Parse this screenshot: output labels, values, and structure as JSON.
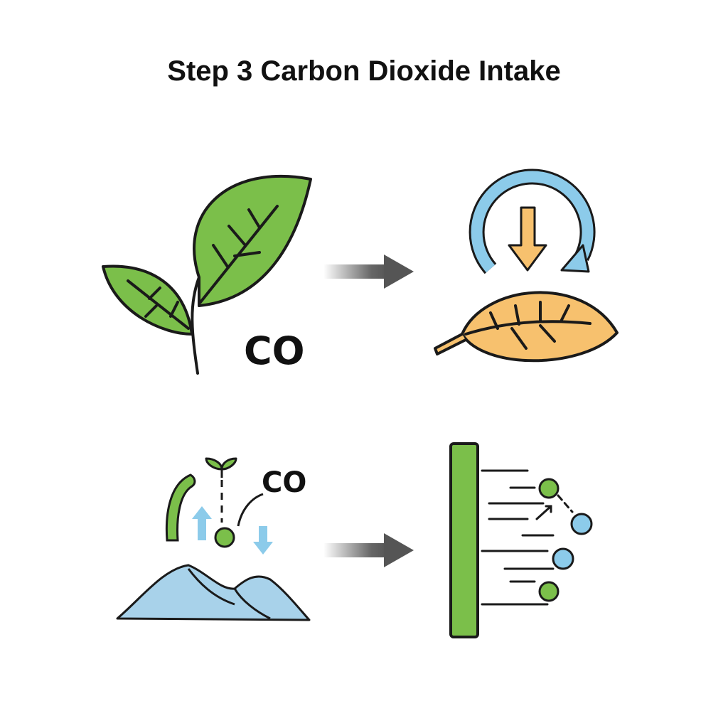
{
  "title": "Step 3 Carbon Dioxide Intake",
  "panels": {
    "top_left": {
      "label": "CO"
    },
    "bottom_left": {
      "label": "CO"
    }
  },
  "colors": {
    "leaf_green": "#7bbf4a",
    "leaf_orange": "#f7c16e",
    "cycle_blue": "#8ccbea",
    "mountain_blue": "#a8d2ea",
    "arrow_gray": "#555555",
    "outline": "#1a1a1a"
  }
}
